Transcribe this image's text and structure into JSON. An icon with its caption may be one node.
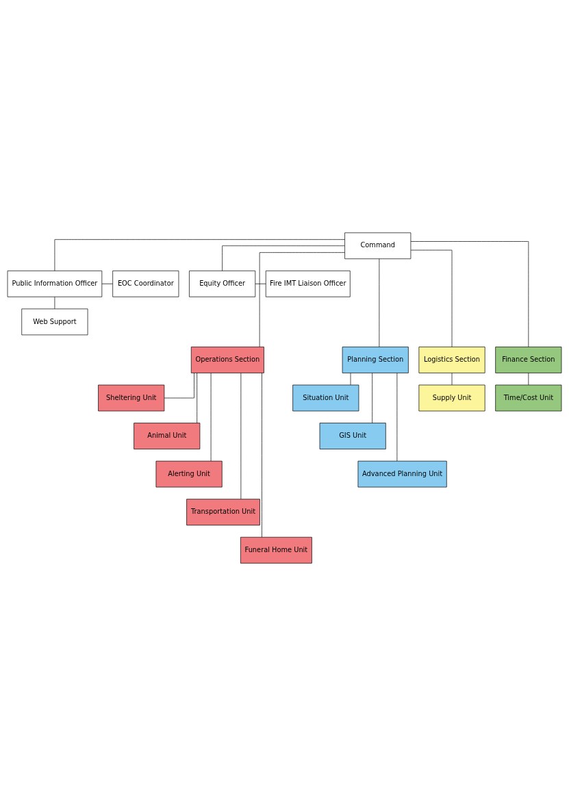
{
  "diagram": {
    "nodes": [
      {
        "text": [
          "Command"
        ]
      },
      {
        "text": [
          "EOC Coordinator"
        ]
      },
      {
        "text": [
          "Public Information Officer"
        ]
      },
      {
        "text": [
          "Web Support"
        ]
      },
      {
        "text": [
          "Equity Officer"
        ]
      },
      {
        "text": [
          "Fire IMT Liaison Officer"
        ]
      },
      {
        "text": [
          "Operations Section"
        ]
      },
      {
        "text": [
          "Planning Section"
        ]
      },
      {
        "text": [
          "Logistics Section"
        ]
      },
      {
        "text": [
          "Finance Section"
        ]
      },
      {
        "text": [
          "Sheltering Unit"
        ]
      },
      {
        "text": [
          "Animal Unit"
        ]
      },
      {
        "text": [
          "Alerting Unit"
        ]
      },
      {
        "text": [
          "Transportation Unit"
        ]
      },
      {
        "text": [
          "Funeral Home Unit"
        ]
      },
      {
        "text": [
          "Situation Unit"
        ]
      },
      {
        "text": [
          "GIS Unit"
        ]
      },
      {
        "text": [
          "Advanced Planning Unit"
        ]
      },
      {
        "text": [
          "Supply Unit"
        ]
      },
      {
        "text": [
          "Time/Cost Unit"
        ]
      }
    ],
    "edges": [
      {
        "from": 0,
        "to": 2,
        "arrow": "none"
      },
      {
        "from": 0,
        "to": 4,
        "arrow": "none"
      },
      {
        "from": 2,
        "to": 1,
        "arrow": "none"
      },
      {
        "from": 2,
        "to": 3,
        "arrow": "none"
      },
      {
        "from": 4,
        "to": 5,
        "arrow": "none"
      },
      {
        "from": 0,
        "to": 6,
        "arrow": "none"
      },
      {
        "from": 0,
        "to": 7,
        "arrow": "none"
      },
      {
        "from": 0,
        "to": 8,
        "arrow": "none"
      },
      {
        "from": 0,
        "to": 9,
        "arrow": "none"
      },
      {
        "from": 6,
        "to": 10,
        "arrow": "none"
      },
      {
        "from": 6,
        "to": 11,
        "arrow": "none"
      },
      {
        "from": 6,
        "to": 12,
        "arrow": "none"
      },
      {
        "from": 6,
        "to": 13,
        "arrow": "none"
      },
      {
        "from": 6,
        "to": 14,
        "arrow": "none"
      },
      {
        "from": 7,
        "to": 15,
        "arrow": "none"
      },
      {
        "from": 7,
        "to": 16,
        "arrow": "none"
      },
      {
        "from": 7,
        "to": 17,
        "arrow": "none"
      },
      {
        "from": 8,
        "to": 18,
        "arrow": "none"
      },
      {
        "from": 9,
        "to": 19,
        "arrow": "none"
      }
    ]
  }
}
